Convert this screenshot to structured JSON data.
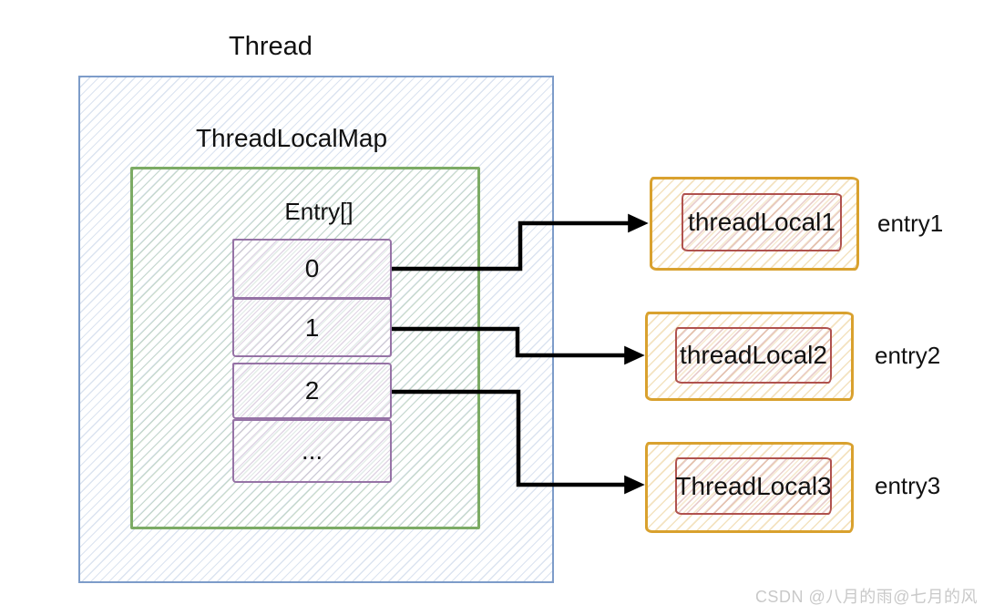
{
  "diagram": {
    "thread": {
      "title": "Thread"
    },
    "threadlocalmap": {
      "title": "ThreadLocalMap"
    },
    "entry_array": {
      "label": "Entry[]",
      "cells": [
        "0",
        "1",
        "2",
        "..."
      ]
    },
    "targets": [
      {
        "name": "threadLocal1",
        "label": "entry1"
      },
      {
        "name": "threadLocal2",
        "label": "entry2"
      },
      {
        "name": "ThreadLocal3",
        "label": "entry3"
      }
    ],
    "connections": [
      {
        "from_cell": "0",
        "to": "threadLocal1"
      },
      {
        "from_cell": "1",
        "to": "threadLocal2"
      },
      {
        "from_cell": "2",
        "to": "ThreadLocal3"
      }
    ],
    "colors": {
      "thread_border": "#7d9cc9",
      "map_border": "#7cab64",
      "cell_border": "#9673a6",
      "target_border": "#d9a12e",
      "target_inner_border": "#b0524e",
      "arrow": "#000000",
      "text": "#111111",
      "watermark": "#c9c9c9"
    }
  },
  "watermark": "CSDN @八月的雨@七月的风"
}
